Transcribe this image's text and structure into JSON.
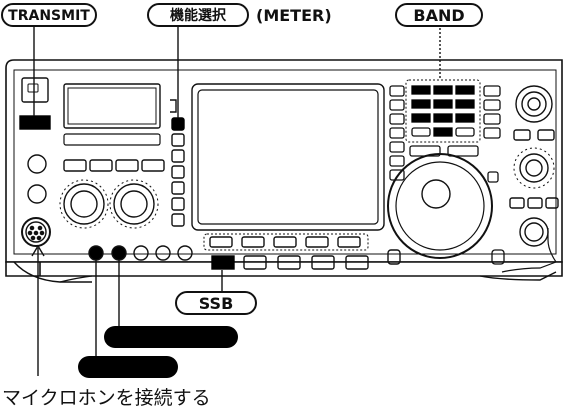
{
  "labels": {
    "transmit": "TRANSMIT",
    "function_select": "機能選択",
    "meter": "(METER)",
    "band": "BAND",
    "ssb": "SSB",
    "microphone_caption": "マイクロホンを接続する"
  },
  "colors": {
    "ink": "#111111",
    "paper": "#ffffff",
    "highlight": "#000000"
  }
}
